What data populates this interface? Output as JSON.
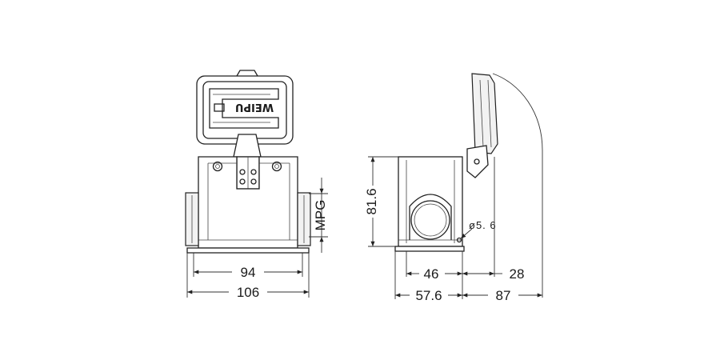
{
  "logo": {
    "text": "WEIPU"
  },
  "dimensions": {
    "front_inner_width": "94",
    "front_outer_width": "106",
    "thread": "MPG",
    "height": "81.6",
    "hole": "ø5. 6",
    "side_half": "46",
    "side_base": "57.6",
    "hood_offset": "28",
    "total_depth": "87"
  }
}
